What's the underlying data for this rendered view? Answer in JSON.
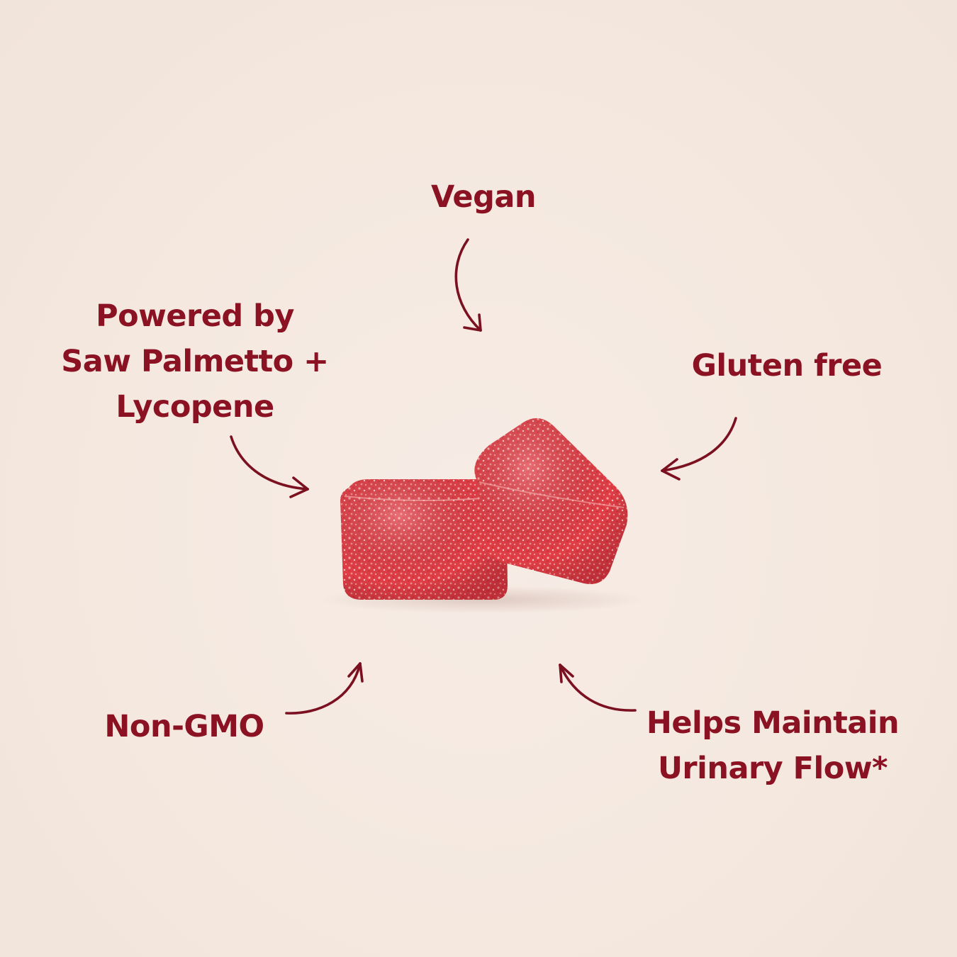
{
  "labels": {
    "vegan": "Vegan",
    "powered_line1": "Powered by",
    "powered_line2": "Saw Palmetto +",
    "powered_line3": "Lycopene",
    "gluten_free": "Gluten free",
    "non_gmo": "Non-GMO",
    "helps_line1": "Helps Maintain",
    "helps_line2": "Urinary Flow*"
  },
  "colors": {
    "text": "#8a1222",
    "background": "#f5e9e1",
    "gummy": "#e8454c"
  }
}
